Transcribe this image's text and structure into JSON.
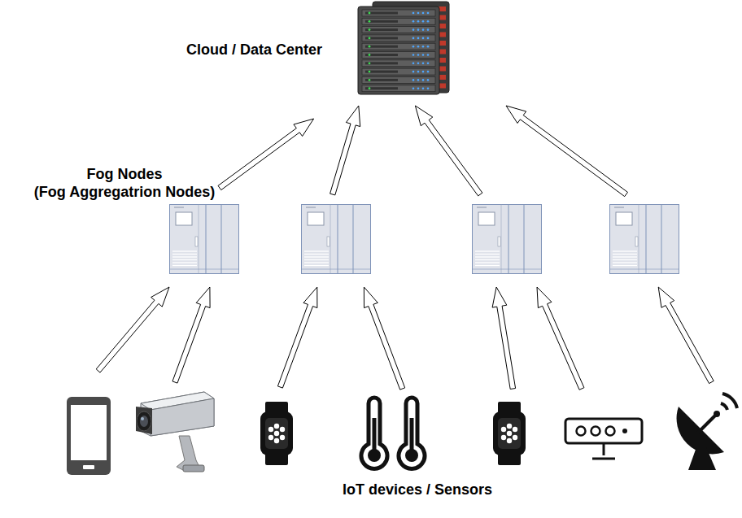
{
  "diagram": {
    "nodes": [
      {
        "text": [
          "Cloud / Data Center"
        ]
      },
      {
        "text": []
      },
      {
        "text": []
      },
      {
        "text": []
      },
      {
        "text": []
      },
      {
        "text": []
      },
      {
        "text": []
      },
      {
        "text": []
      },
      {
        "text": []
      },
      {
        "text": []
      },
      {
        "text": []
      },
      {
        "text": []
      }
    ],
    "edges": [
      {
        "from": 5,
        "to": 1,
        "arrow": "to"
      },
      {
        "from": 6,
        "to": 1,
        "arrow": "to"
      },
      {
        "from": 7,
        "to": 2,
        "arrow": "to"
      },
      {
        "from": 8,
        "to": 2,
        "arrow": "to"
      },
      {
        "from": 9,
        "to": 3,
        "arrow": "to"
      },
      {
        "from": 10,
        "to": 3,
        "arrow": "to"
      },
      {
        "from": 11,
        "to": 4,
        "arrow": "to"
      },
      {
        "from": 1,
        "to": 0,
        "arrow": "to"
      },
      {
        "from": 2,
        "to": 0,
        "arrow": "to"
      },
      {
        "from": 3,
        "to": 0,
        "arrow": "to"
      },
      {
        "from": 4,
        "to": 0,
        "arrow": "to"
      }
    ],
    "labels": [
      "Fog Nodes (Fog Aggregatrion Nodes)",
      "IoT devices / Sensors"
    ]
  }
}
